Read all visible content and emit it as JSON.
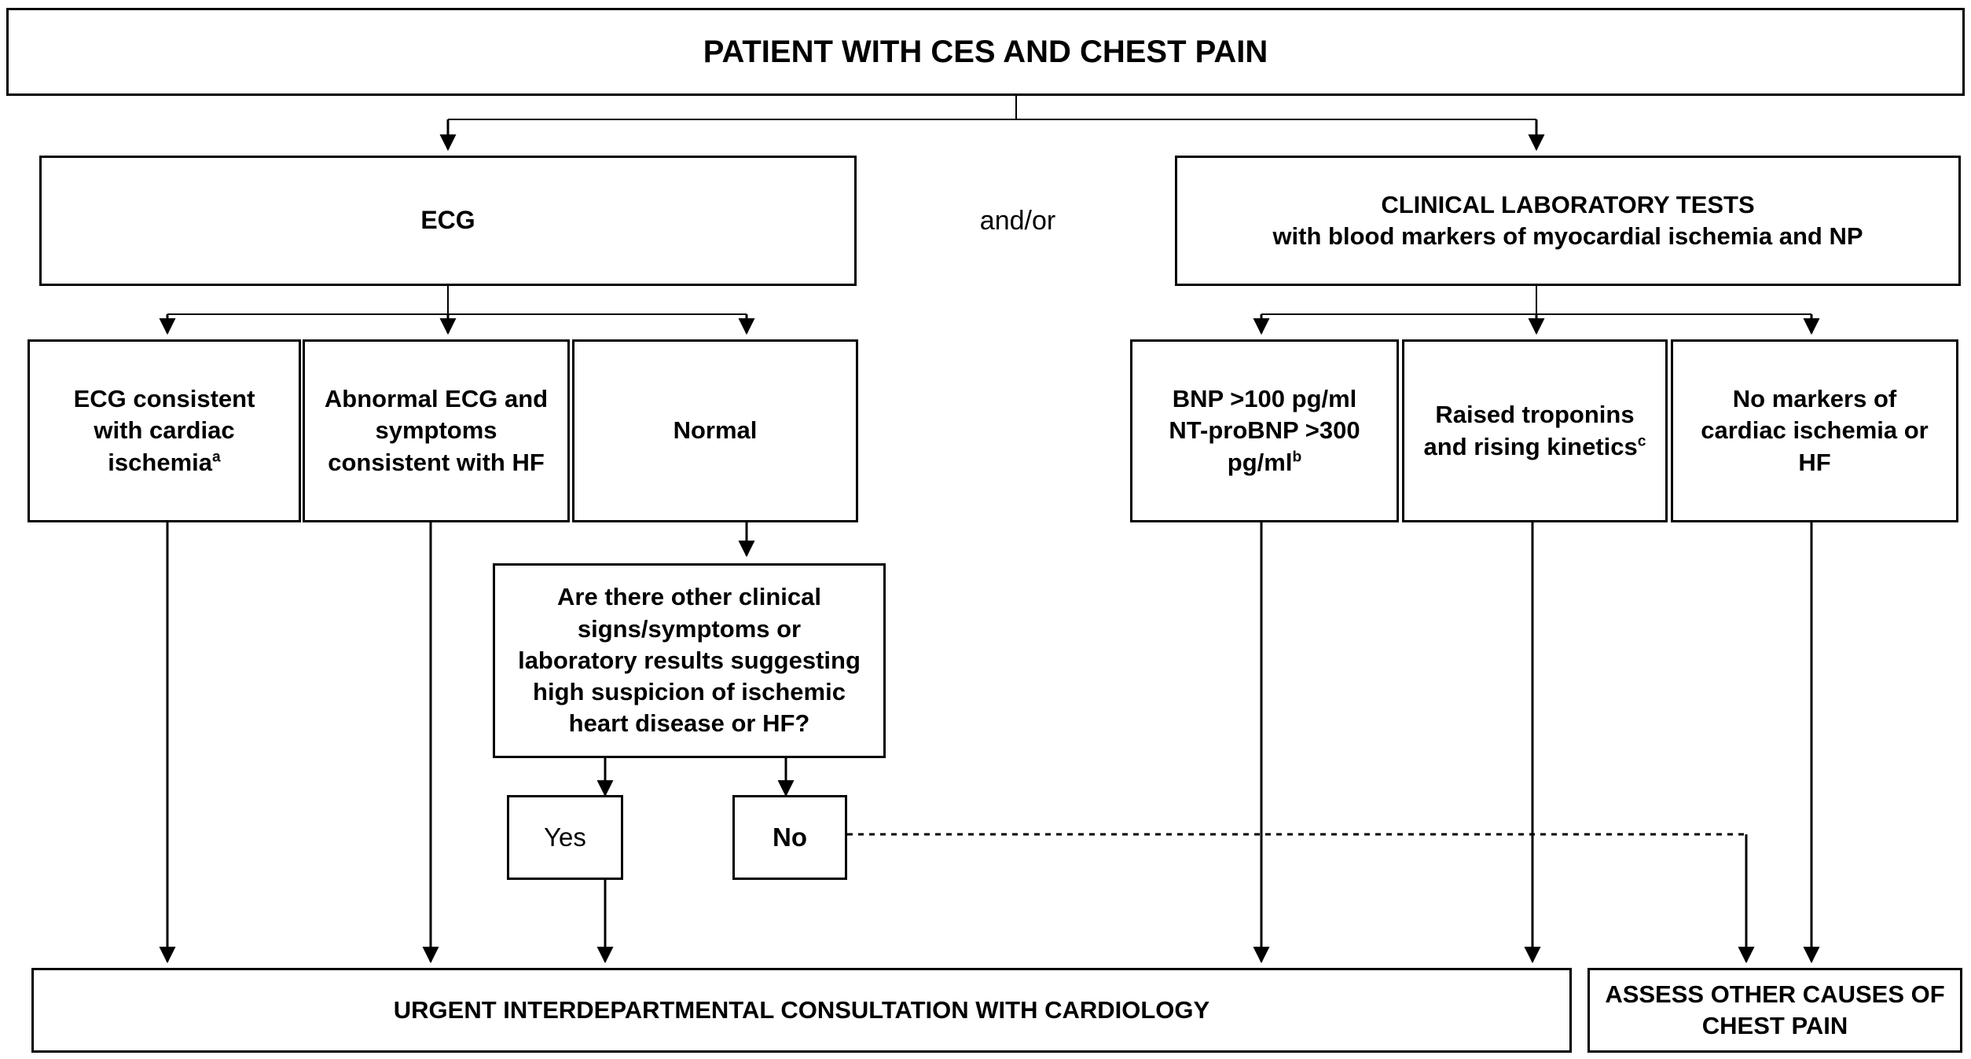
{
  "diagram": {
    "title_banner": "PATIENT WITH CES AND CHEST PAIN",
    "connector_label": "and/or",
    "branches": {
      "left": {
        "label": "ECG"
      },
      "right": {
        "line1": "CLINICAL LABORATORY TESTS",
        "line2": "with blood markers of myocardial ischemia and NP"
      }
    },
    "ecg_outcomes": [
      {
        "id": "ecg-ischemia",
        "line1": "ECG consistent",
        "line2": "with cardiac",
        "line3": "ischemia",
        "sup": "a"
      },
      {
        "id": "ecg-hf",
        "line1": "Abnormal ECG and",
        "line2": "symptoms",
        "line3": "consistent with HF",
        "sup": ""
      },
      {
        "id": "ecg-normal",
        "line1": "Normal",
        "line2": "",
        "line3": "",
        "sup": ""
      }
    ],
    "lab_outcomes": [
      {
        "id": "lab-bnp",
        "line1": "BNP >100 pg/ml",
        "line2": "NT-proBNP >300",
        "line3": "pg/ml",
        "sup": "b"
      },
      {
        "id": "lab-troponin",
        "line1": "Raised troponins",
        "line2": "and rising kinetics",
        "line3": "",
        "sup": "c"
      },
      {
        "id": "lab-none",
        "line1": "No markers of",
        "line2": "cardiac ischemia or",
        "line3": "HF",
        "sup": ""
      }
    ],
    "decision": {
      "line1": "Are there other clinical",
      "line2": "signs/symptoms or",
      "line3": "laboratory results suggesting",
      "line4": "high suspicion of ischemic",
      "line5": "heart disease or HF?"
    },
    "decision_answers": {
      "yes": "Yes",
      "no": "No"
    },
    "outcomes": {
      "urgent": "URGENT INTERDEPARTMENTAL CONSULTATION WITH CARDIOLOGY",
      "assess_line1": "ASSESS OTHER CAUSES OF",
      "assess_line2": "CHEST PAIN"
    },
    "colors": {
      "stroke": "#000000",
      "background": "#ffffff"
    }
  }
}
